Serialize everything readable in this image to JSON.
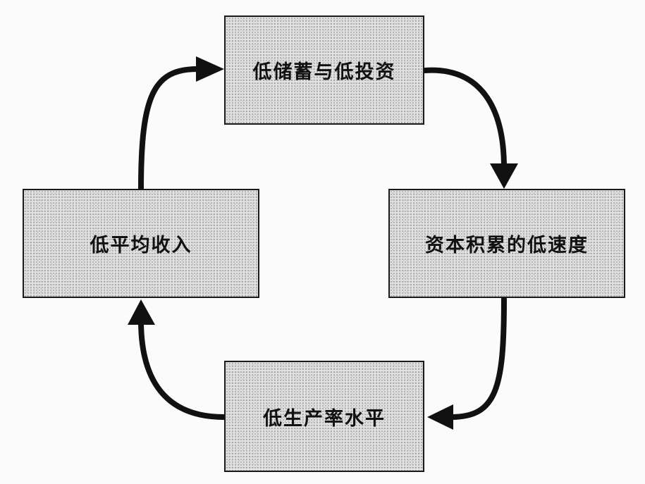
{
  "diagram": {
    "nodes": [
      {
        "id": "top",
        "label": "低储蓄与低投资"
      },
      {
        "id": "right",
        "label": "资本积累的低速度"
      },
      {
        "id": "bottom",
        "label": "低生产率水平"
      },
      {
        "id": "left",
        "label": "低平均收入"
      }
    ],
    "edges": [
      {
        "from": "top",
        "to": "right"
      },
      {
        "from": "right",
        "to": "bottom"
      },
      {
        "from": "bottom",
        "to": "left"
      },
      {
        "from": "left",
        "to": "top"
      }
    ],
    "colors": {
      "node_fill": "#e2e2e2",
      "node_border": "#1a1a1a",
      "arrow": "#111111",
      "text": "#111111"
    }
  }
}
